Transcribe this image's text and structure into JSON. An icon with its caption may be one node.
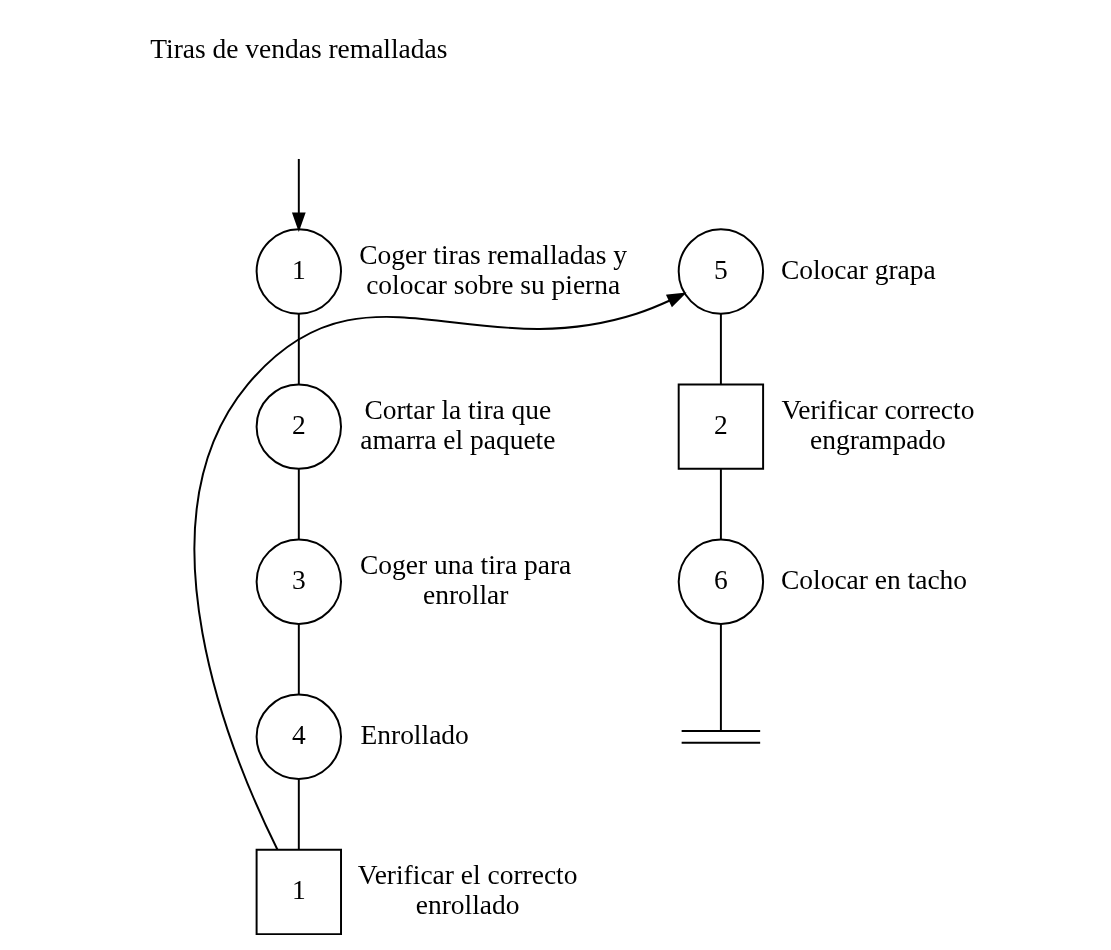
{
  "diagram": {
    "nodes": [
      {
        "text": [
          "1"
        ],
        "beside": [
          "Coger tiras remalladas y colocar sobre su pierna"
        ]
      },
      {
        "text": [
          "2"
        ],
        "beside": [
          "Cortar la tira que amarra el paquete"
        ]
      },
      {
        "text": [
          "3"
        ],
        "beside": [
          "Coger una tira para enrollar"
        ]
      },
      {
        "text": [
          "4"
        ],
        "beside": [
          "Enrollado"
        ]
      },
      {
        "text": [
          "1"
        ],
        "beside": [
          "Verificar el correcto enrollado"
        ]
      },
      {
        "text": [
          "5"
        ],
        "beside": [
          "Colocar grapa"
        ]
      },
      {
        "text": [
          "2"
        ],
        "beside": [
          "Verificar correcto engrampado"
        ]
      },
      {
        "text": [
          "6"
        ],
        "beside": [
          "Colocar en tacho"
        ]
      },
      {
        "text": [],
        "shape": "bar"
      }
    ],
    "edges": [
      {
        "from": null,
        "to": 0,
        "arrow": "to"
      },
      {
        "from": 0,
        "to": 1,
        "arrow": "none"
      },
      {
        "from": 1,
        "to": 2,
        "arrow": "none"
      },
      {
        "from": 2,
        "to": 3,
        "arrow": "none"
      },
      {
        "from": 3,
        "to": 4,
        "arrow": "none"
      },
      {
        "from": 4,
        "to": 5,
        "arrow": "to"
      },
      {
        "from": 5,
        "to": 6,
        "arrow": "none"
      },
      {
        "from": 6,
        "to": 7,
        "arrow": "none"
      },
      {
        "from": 7,
        "to": 8,
        "arrow": "none"
      }
    ],
    "labels": [
      "Tiras de vendas remalladas"
    ]
  }
}
